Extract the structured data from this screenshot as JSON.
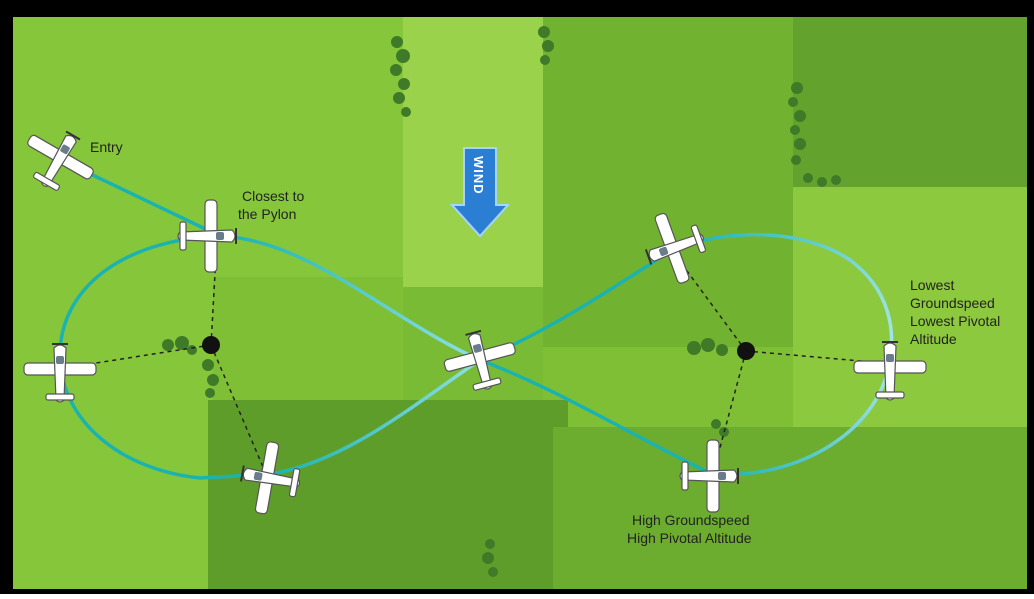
{
  "labels": {
    "entry": "Entry",
    "closest_line1": "Closest to",
    "closest_line2": "the Pylon",
    "wind": "WIND",
    "lowest_line1": "Lowest",
    "lowest_line2": "Groundspeed",
    "lowest_line3": "Lowest Pivotal",
    "lowest_line4": "Altitude",
    "high_line1": "High Groundspeed",
    "high_line2": "High Pivotal Altitude"
  },
  "colors": {
    "frame": "#000000",
    "field_light": "#8ccb3f",
    "field_mid": "#74b52f",
    "field_dark": "#5c9a2a",
    "path_teal": "#1bb3b0",
    "path_light": "#8fe0e4",
    "wind_arrow": "#2a7fd4",
    "pylon": "#111111",
    "tree": "#3e7a28"
  },
  "icons": {
    "aircraft": "airplane-icon",
    "pylon": "pylon-marker",
    "wind": "wind-arrow-icon"
  }
}
